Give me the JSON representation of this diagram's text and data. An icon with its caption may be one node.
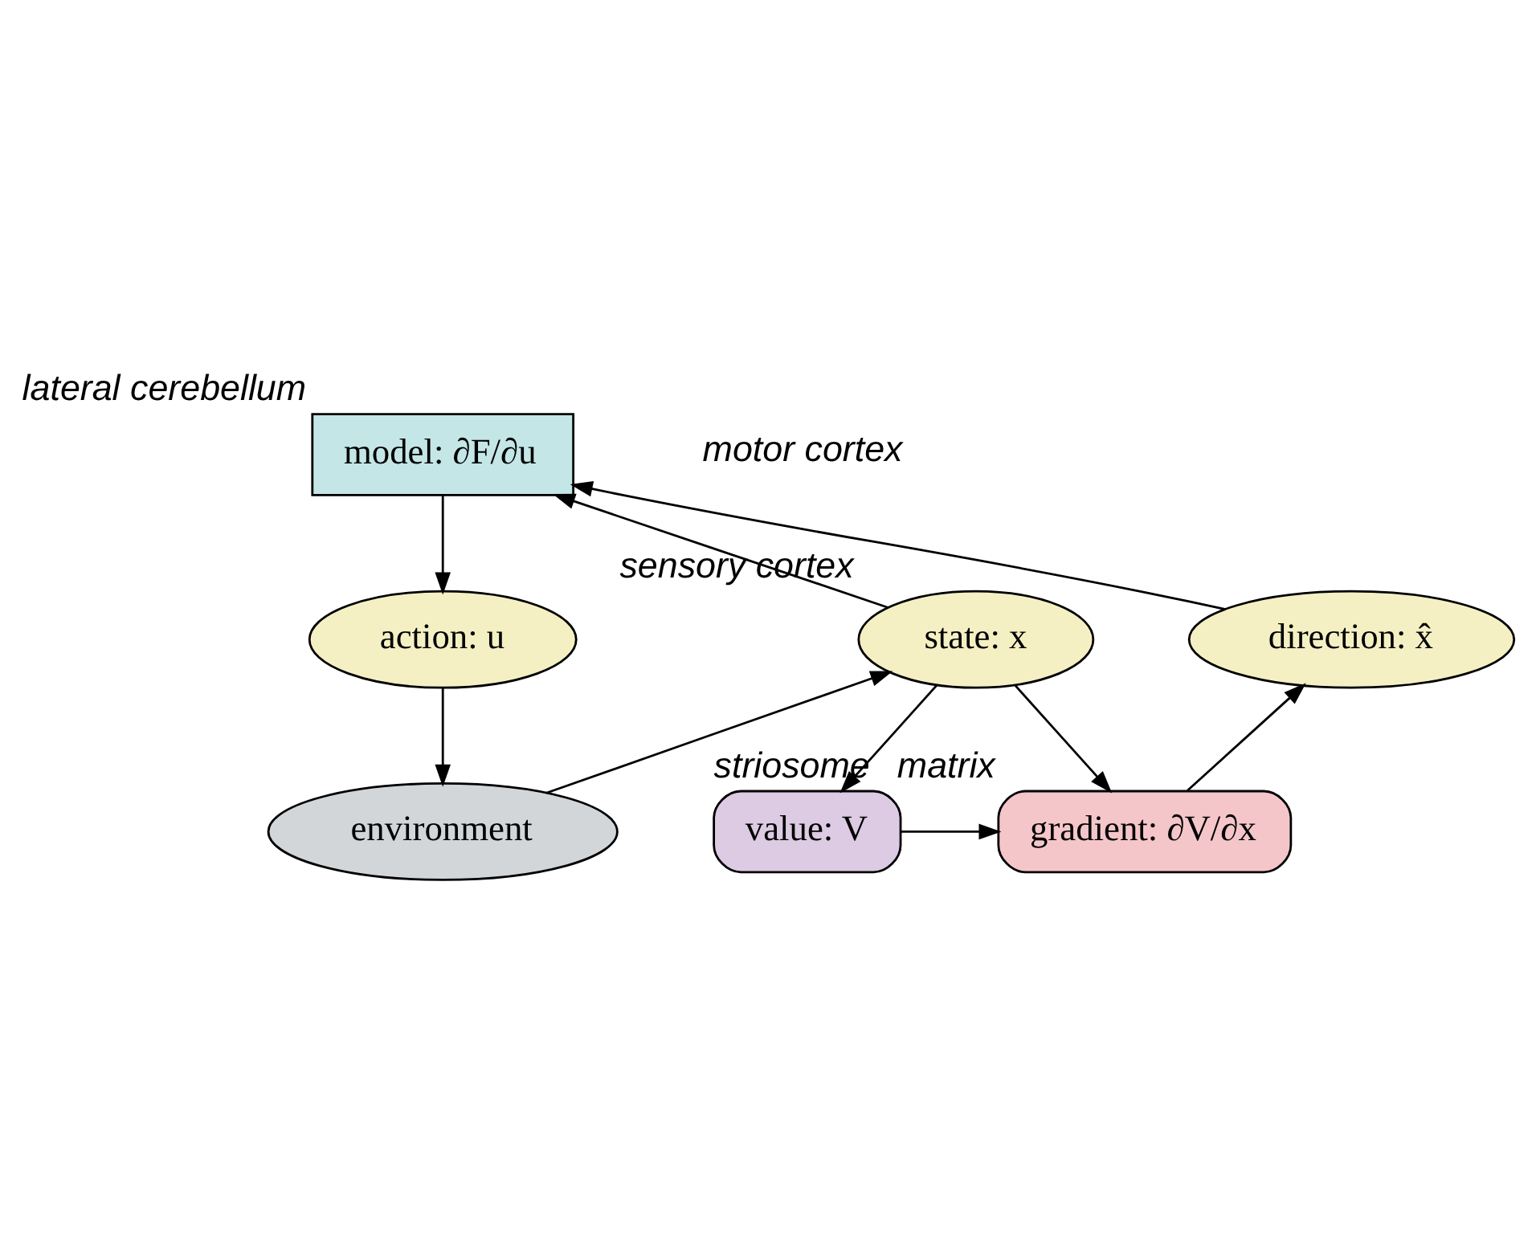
{
  "diagram": {
    "nodes": [
      {
        "text": [
          "model: ∂F/∂u"
        ],
        "beside": [
          "lateral cerebellum"
        ]
      },
      {
        "text": [
          "state: x"
        ],
        "beside": [
          "sensory cortex"
        ]
      },
      {
        "text": [
          "direction: x̂"
        ]
      },
      {
        "text": [
          "action: u"
        ]
      },
      {
        "text": [
          "value: V"
        ],
        "beside": [
          "striosome"
        ]
      },
      {
        "text": [
          "gradient: ∂V/∂x"
        ],
        "beside": [
          "matrix"
        ]
      },
      {
        "text": [
          "environment"
        ]
      }
    ],
    "edges": [
      {
        "from": 1,
        "to": 0,
        "arrow": "to"
      },
      {
        "from": 0,
        "to": 3,
        "arrow": "to"
      },
      {
        "from": 2,
        "to": 0,
        "arrow": "to"
      },
      {
        "from": 1,
        "to": 4,
        "arrow": "to"
      },
      {
        "from": 1,
        "to": 5,
        "arrow": "to"
      },
      {
        "from": 4,
        "to": 5,
        "arrow": "to"
      },
      {
        "from": 5,
        "to": 2,
        "arrow": "to"
      },
      {
        "from": 3,
        "to": 6,
        "arrow": "to"
      },
      {
        "from": 6,
        "to": 1,
        "arrow": "to"
      }
    ],
    "labels": [
      "motor cortex"
    ]
  }
}
